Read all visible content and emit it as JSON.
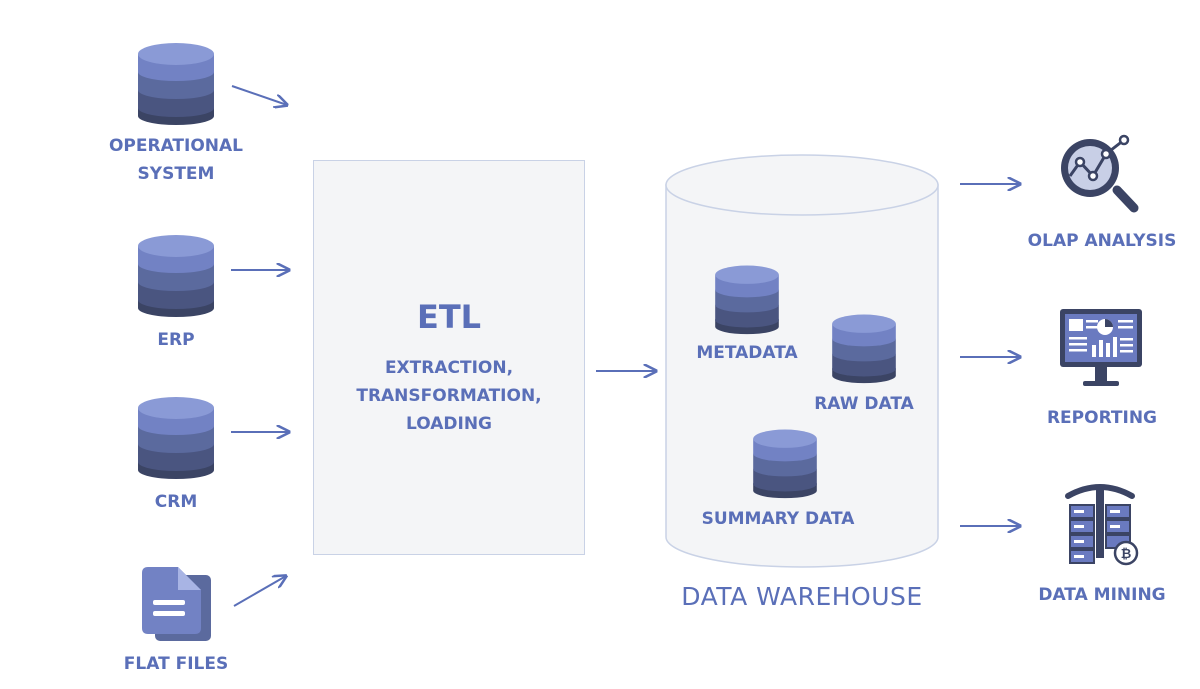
{
  "sources": [
    {
      "label_lines": [
        "OPERATIONAL",
        "SYSTEM"
      ],
      "icon": "database-icon"
    },
    {
      "label_lines": [
        "ERP"
      ],
      "icon": "database-icon"
    },
    {
      "label_lines": [
        "CRM"
      ],
      "icon": "database-icon"
    },
    {
      "label_lines": [
        "FLAT FILES"
      ],
      "icon": "files-icon"
    }
  ],
  "etl": {
    "title": "ETL",
    "subtitle_lines": [
      "EXTRACTION,",
      "TRANSFORMATION,",
      "LOADING"
    ]
  },
  "warehouse": {
    "title": "DATA WAREHOUSE",
    "stores": [
      {
        "label": "METADATA",
        "icon": "database-icon"
      },
      {
        "label": "RAW DATA",
        "icon": "database-icon"
      },
      {
        "label": "SUMMARY DATA",
        "icon": "database-icon"
      }
    ]
  },
  "outputs": [
    {
      "label": "OLAP ANALYSIS",
      "icon": "magnifier-chart-icon"
    },
    {
      "label": "REPORTING",
      "icon": "monitor-dashboard-icon"
    },
    {
      "label": "DATA MINING",
      "icon": "server-pickaxe-bitcoin-icon"
    }
  ],
  "colors": {
    "primary": "#5a6fb8",
    "db_top": "#8a9ad6",
    "db_mid1": "#7282c4",
    "db_mid2": "#5b6a9e",
    "db_mid3": "#4a5580",
    "db_bottom": "#3b4464",
    "box_fill": "#f4f5f7",
    "box_stroke": "#c9d2e6"
  }
}
